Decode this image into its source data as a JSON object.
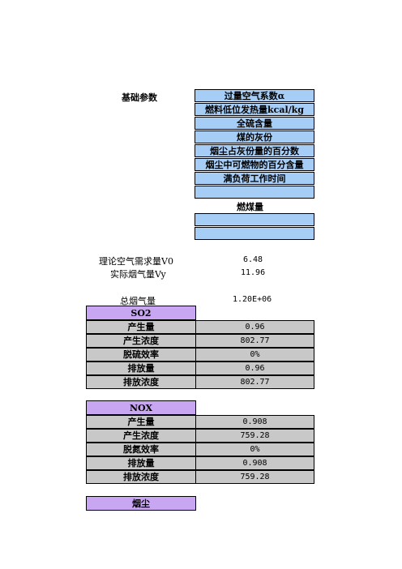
{
  "basic": {
    "label": "基础参数",
    "params": [
      "过量空气系数α",
      "燃料低位发热量kcal/kg",
      "全硫含量",
      "煤的灰份",
      "烟尘占灰份量的百分数",
      "烟尘中可燃物的百分含量",
      "满负荷工作时间",
      ""
    ]
  },
  "coal": {
    "label": "燃煤量",
    "rows": [
      "",
      ""
    ]
  },
  "air": {
    "v0_label": "理论空气需求量V0",
    "v0_value": "6.48",
    "vy_label": "实际烟气量Vy",
    "vy_value": "11.96",
    "total_label": "总烟气量",
    "total_value": "1.20E+06"
  },
  "so2": {
    "header": "SO2",
    "rows": [
      {
        "label": "产生量",
        "value": "0.96"
      },
      {
        "label": "产生浓度",
        "value": "802.77"
      },
      {
        "label": "脱硫效率",
        "value": "0%"
      },
      {
        "label": "排放量",
        "value": "0.96"
      },
      {
        "label": "排放浓度",
        "value": "802.77"
      }
    ]
  },
  "nox": {
    "header": "NOX",
    "rows": [
      {
        "label": "产生量",
        "value": "0.908"
      },
      {
        "label": "产生浓度",
        "value": "759.28"
      },
      {
        "label": "脱氮效率",
        "value": "0%"
      },
      {
        "label": "排放量",
        "value": "0.908"
      },
      {
        "label": "排放浓度",
        "value": "759.28"
      }
    ]
  },
  "dust": {
    "header": "烟尘"
  },
  "colors": {
    "param_cell": "#a6cdf6",
    "section_header": "#c9a6f2",
    "data_cell": "#c8c8c8"
  }
}
